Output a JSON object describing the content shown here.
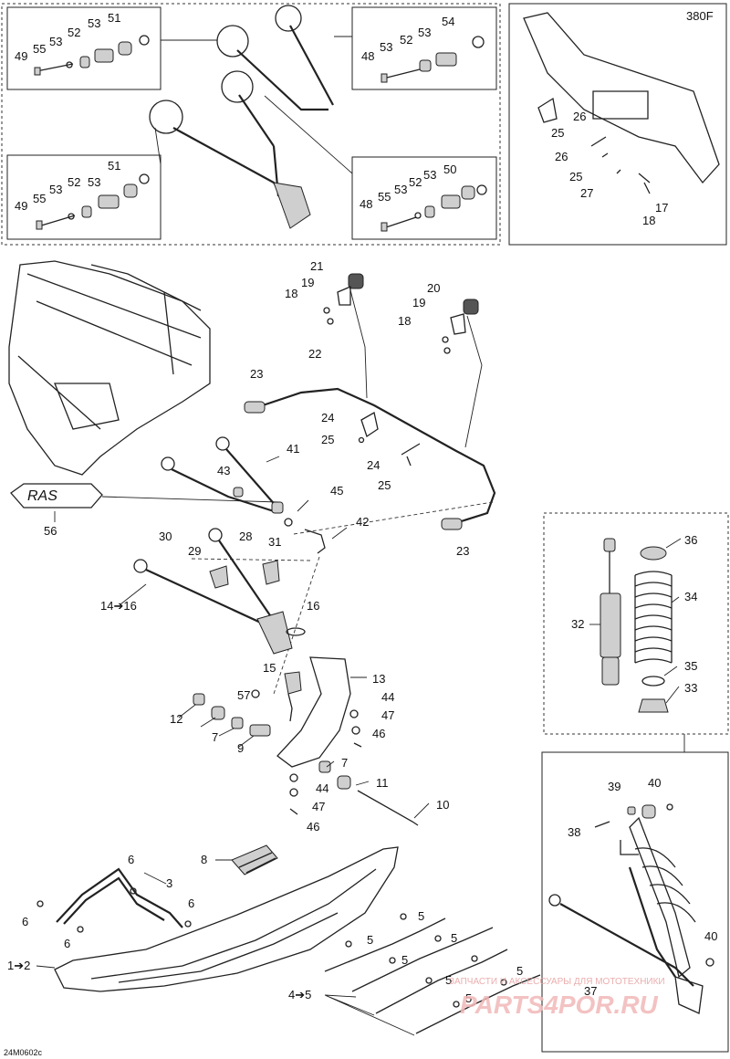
{
  "diagram": {
    "model_code": "380F",
    "drawing_code": "24M0602c",
    "logo_text": "RAS",
    "watermark": {
      "line1": "ЗАПЧАСТИ И АКСЕССУАРЫ ДЛЯ МОТОТЕХНИКИ",
      "line2": "PARTS4POR.RU"
    },
    "callouts": {
      "c1_2": "1➔2",
      "c3": "3",
      "c4_5": "4➔5",
      "c5": "5",
      "c6": "6",
      "c7": "7",
      "c8": "8",
      "c9": "9",
      "c10": "10",
      "c11": "11",
      "c12": "12",
      "c13": "13",
      "c14_16": "14➔16",
      "c15": "15",
      "c16": "16",
      "c17": "17",
      "c18": "18",
      "c19": "19",
      "c20": "20",
      "c21": "21",
      "c22": "22",
      "c23": "23",
      "c24": "24",
      "c25": "25",
      "c26": "26",
      "c27": "27",
      "c28": "28",
      "c29": "29",
      "c30": "30",
      "c31": "31",
      "c32": "32",
      "c33": "33",
      "c34": "34",
      "c35": "35",
      "c36": "36",
      "c37": "37",
      "c38": "38",
      "c39": "39",
      "c40": "40",
      "c41": "41",
      "c42": "42",
      "c43": "43",
      "c44": "44",
      "c45": "45",
      "c46": "46",
      "c47": "47",
      "c48": "48",
      "c49": "49",
      "c50": "50",
      "c51": "51",
      "c52": "52",
      "c53": "53",
      "c54": "54",
      "c55": "55",
      "c56": "56",
      "c57": "57"
    }
  }
}
